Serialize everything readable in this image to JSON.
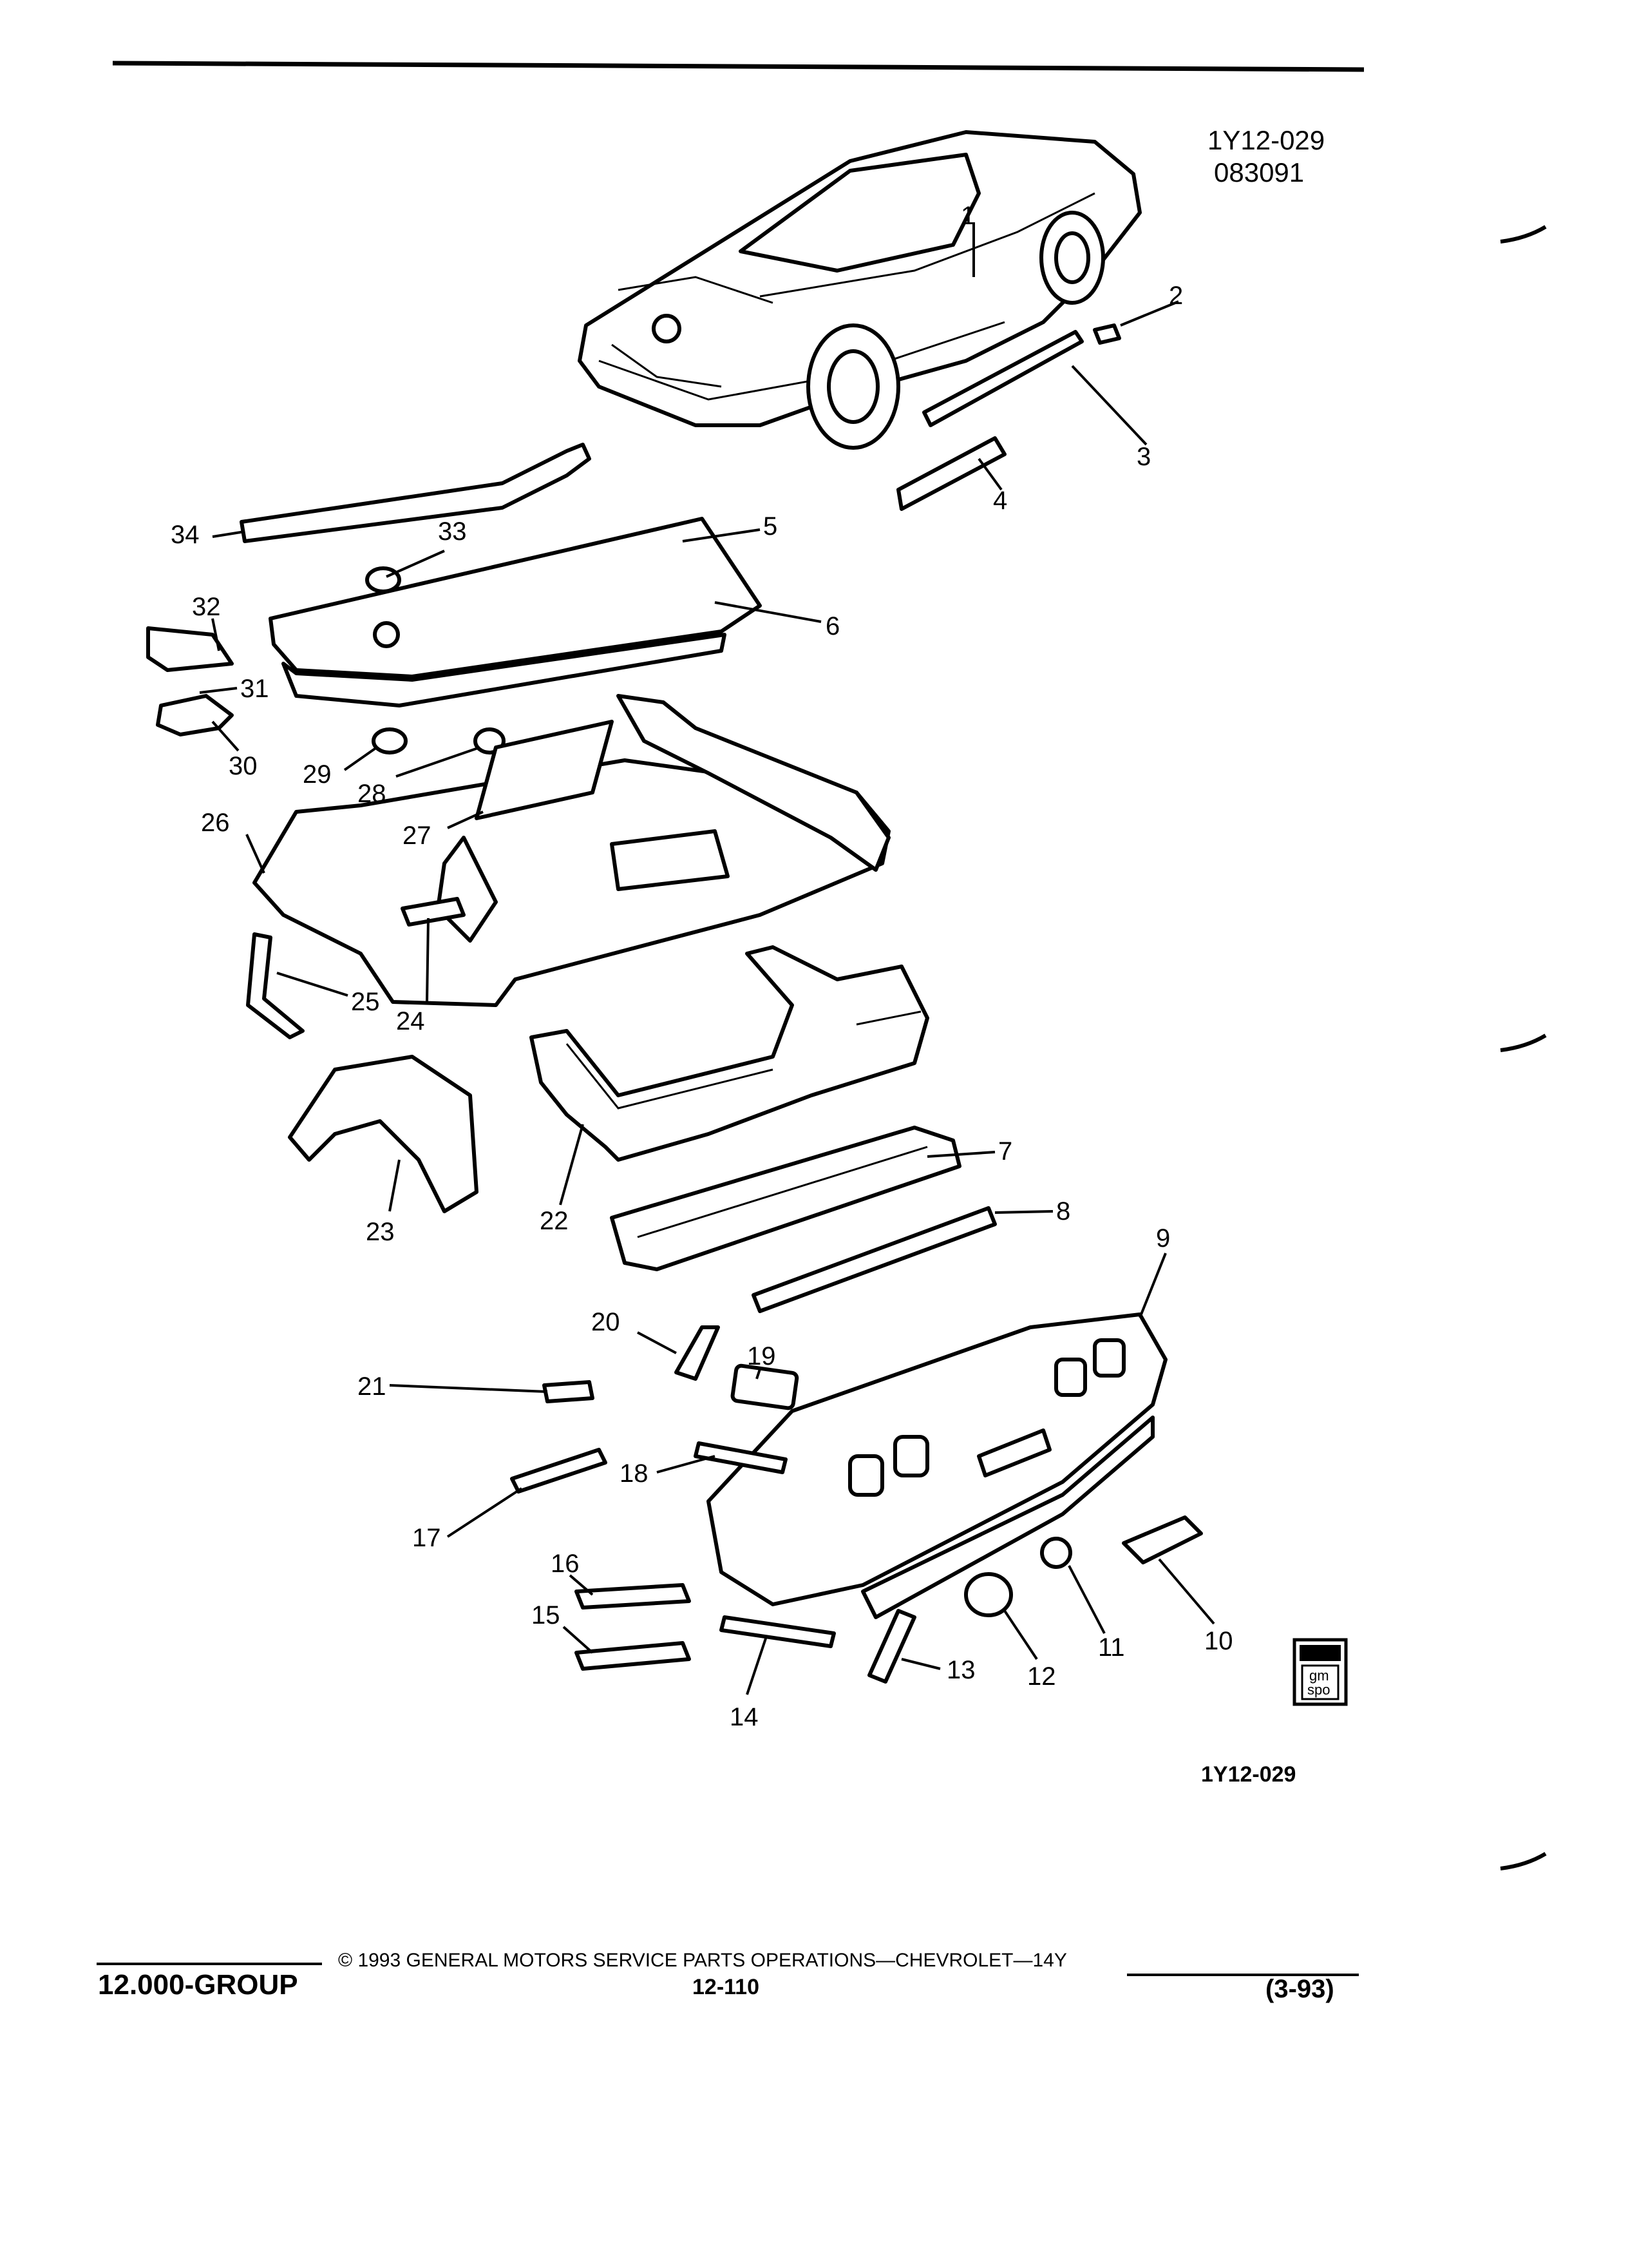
{
  "header": {
    "code": "1Y12-029",
    "date_code": "083091"
  },
  "figure_ref": "1Y12-029",
  "footer": {
    "group": "12.000-GROUP",
    "copyright": "© 1993 GENERAL MOTORS SERVICE PARTS OPERATIONS—CHEVROLET—14Y",
    "page": "12-110",
    "revision": "(3-93)"
  },
  "logo": {
    "line1": "gm",
    "line2": "spo"
  },
  "callouts": [
    "1",
    "2",
    "3",
    "4",
    "5",
    "6",
    "7",
    "8",
    "9",
    "10",
    "11",
    "12",
    "13",
    "14",
    "15",
    "16",
    "17",
    "18",
    "19",
    "20",
    "21",
    "22",
    "23",
    "24",
    "25",
    "26",
    "27",
    "28",
    "29",
    "30",
    "31",
    "32",
    "33",
    "34"
  ]
}
